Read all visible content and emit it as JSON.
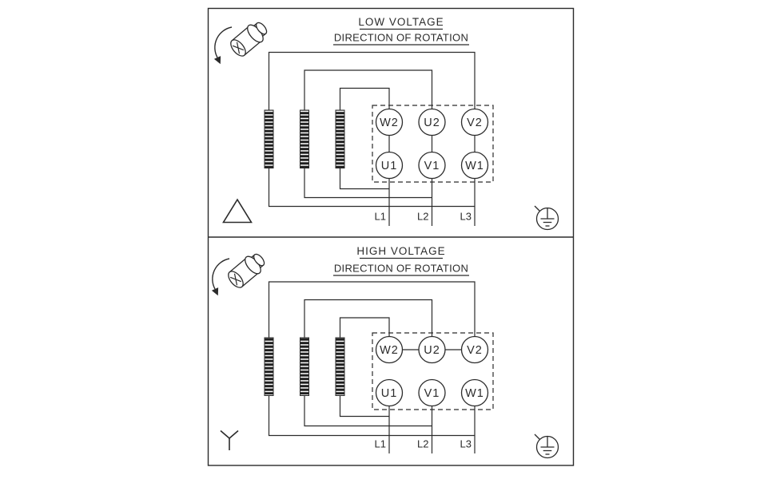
{
  "document": {
    "type": "Motor terminal wiring diagram label"
  },
  "colors": {
    "line": "#2b2b2b",
    "background": "#ffffff"
  },
  "panels": [
    {
      "title": "LOW VOLTAGE",
      "subtitle": "DIRECTION OF ROTATION",
      "connection": "delta",
      "terminals_top": [
        "W2",
        "U2",
        "V2"
      ],
      "terminals_bottom": [
        "U1",
        "V1",
        "W1"
      ],
      "leads": [
        "L1",
        "L2",
        "L3"
      ],
      "icons": [
        "shaft-rotation-icon",
        "delta-symbol",
        "ground-earth-icon"
      ]
    },
    {
      "title": "HIGH VOLTAGE",
      "subtitle": "DIRECTION OF ROTATION",
      "connection": "wye",
      "terminals_top": [
        "W2",
        "U2",
        "V2"
      ],
      "terminals_bottom": [
        "U1",
        "V1",
        "W1"
      ],
      "leads": [
        "L1",
        "L2",
        "L3"
      ],
      "icons": [
        "shaft-rotation-icon",
        "wye-symbol",
        "ground-earth-icon"
      ]
    }
  ]
}
